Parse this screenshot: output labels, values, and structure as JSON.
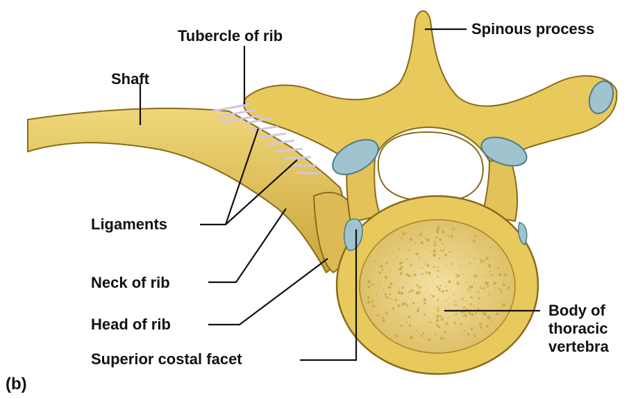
{
  "labels": {
    "tubercle": "Tubercle of rib",
    "shaft": "Shaft",
    "spinous": "Spinous process",
    "ligaments": "Ligaments",
    "neck": "Neck of rib",
    "head": "Head of rib",
    "facet": "Superior costal facet",
    "body_line1": "Body of",
    "body_line2": "thoracic",
    "body_line3": "vertebra",
    "panel": "(b)"
  },
  "colors": {
    "bone_fill": "#e8c95c",
    "bone_outline": "#8a6a1a",
    "bone_shadow": "#c9a43a",
    "body_center": "#f2dc9a",
    "cartilage": "#9fc3cf",
    "ligament": "#d4cfe4",
    "leader": "#111111"
  }
}
